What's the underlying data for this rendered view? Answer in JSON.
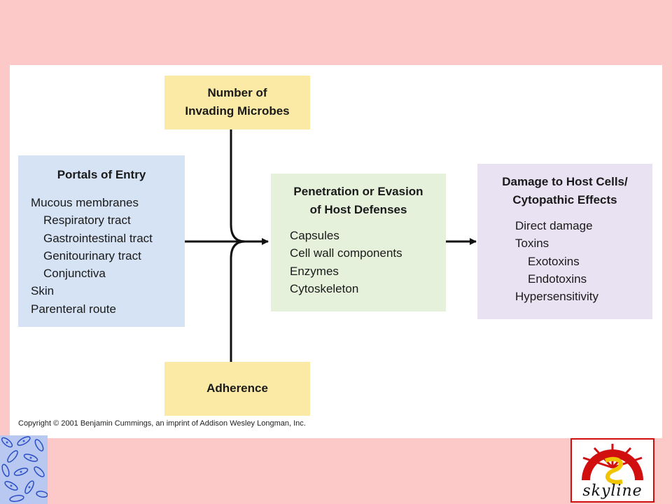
{
  "diagram": {
    "top_box": {
      "title": "Number of\nInvading Microbes"
    },
    "bottom_box": {
      "title": "Adherence"
    },
    "portals_box": {
      "title": "Portals of Entry",
      "items": [
        {
          "text": "Mucous membranes",
          "level": 0
        },
        {
          "text": "Respiratory tract",
          "level": 1
        },
        {
          "text": "Gastrointestinal tract",
          "level": 1
        },
        {
          "text": "Genitourinary tract",
          "level": 1
        },
        {
          "text": "Conjunctiva",
          "level": 1
        },
        {
          "text": "Skin",
          "level": 0
        },
        {
          "text": "Parenteral route",
          "level": 0
        }
      ]
    },
    "penetration_box": {
      "title": "Penetration or Evasion\nof Host Defenses",
      "items": [
        {
          "text": "Capsules",
          "level": 0
        },
        {
          "text": "Cell wall components",
          "level": 0
        },
        {
          "text": "Enzymes",
          "level": 0
        },
        {
          "text": "Cytoskeleton",
          "level": 0
        }
      ]
    },
    "damage_box": {
      "title": "Damage to Host Cells/\nCytopathic Effects",
      "items": [
        {
          "text": "Direct damage",
          "level": 0
        },
        {
          "text": "Toxins",
          "level": 0
        },
        {
          "text": "Exotoxins",
          "level": 1
        },
        {
          "text": "Endotoxins",
          "level": 1
        },
        {
          "text": "Hypersensitivity",
          "level": 0
        }
      ]
    },
    "copyright": "Copyright © 2001 Benjamin Cummings, an imprint of Addison Wesley Longman, Inc."
  },
  "logo": {
    "text": "skyline"
  },
  "colors": {
    "background": "#fcc8c8",
    "yellow": "#fbeaa6",
    "blue": "#d6e3f4",
    "green": "#e6f1dc",
    "purple": "#e9e2f2",
    "logo_red": "#d10f0f"
  }
}
